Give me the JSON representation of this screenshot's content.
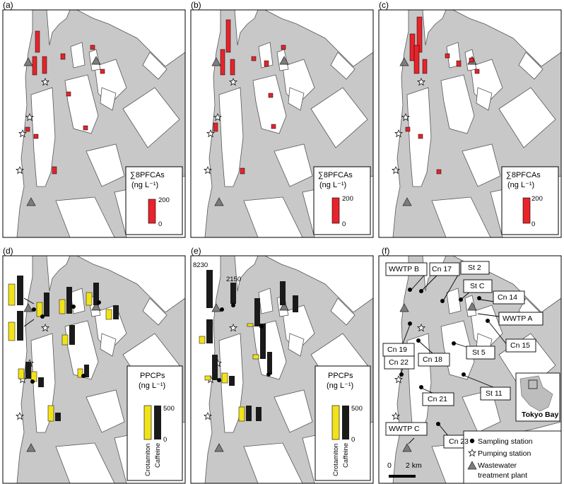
{
  "panels": [
    {
      "id": "a",
      "label": "(a)",
      "kind": "pfca",
      "legend_title": "∑8PFCAs",
      "legend_unit": "(ng L⁻¹)",
      "scale_max": "200",
      "scale_min": "0"
    },
    {
      "id": "b",
      "label": "(b)",
      "kind": "pfca",
      "legend_title": "∑8PFCAs",
      "legend_unit": "(ng L⁻¹)",
      "scale_max": "200",
      "scale_min": "0"
    },
    {
      "id": "c",
      "label": "(c)",
      "kind": "pfca",
      "legend_title": "∑8PFCAs",
      "legend_unit": "(ng L⁻¹)",
      "scale_max": "200",
      "scale_min": "0"
    },
    {
      "id": "d",
      "label": "(d)",
      "kind": "ppcp",
      "legend_title": "PPCPs",
      "legend_unit": "(ng L⁻¹)",
      "scale_max": "500",
      "scale_min": "0",
      "series": [
        "Crotamiton",
        "Caffeine"
      ]
    },
    {
      "id": "e",
      "label": "(e)",
      "kind": "ppcp",
      "legend_title": "PPCPs",
      "legend_unit": "(ng L⁻¹)",
      "scale_max": "500",
      "scale_min": "0",
      "series": [
        "Crotamiton",
        "Caffeine"
      ],
      "annotations": [
        "8230",
        "2150"
      ]
    },
    {
      "id": "f",
      "label": "(f)",
      "kind": "key"
    }
  ],
  "station_labels": [
    "WWTP B",
    "Cn 17",
    "St 2",
    "St C",
    "Cn 14",
    "WWTP A",
    "Cn 19",
    "Cn 15",
    "St 5",
    "Cn 18",
    "Cn 22",
    "St 11",
    "Cn 21",
    "WWTP C",
    "Cn 23"
  ],
  "key_legend": {
    "items": [
      {
        "label": "Sampling station",
        "symbol": "filled-circle"
      },
      {
        "label": "Pumping station",
        "symbol": "star"
      },
      {
        "label": "Wastewater",
        "symbol": "triangle"
      },
      {
        "label": "treatment plant",
        "symbol": "none"
      }
    ],
    "scale_bar": {
      "left": "0",
      "right": "2 km"
    },
    "inset_title": "Tokyo Bay"
  },
  "colors": {
    "water": "#c8c8c8",
    "land": "#ffffff",
    "pfca": "#e8232a",
    "crotamiton": "#f2e21b",
    "caffeine": "#1a1a1a",
    "triangle": "#7d7d7d"
  }
}
